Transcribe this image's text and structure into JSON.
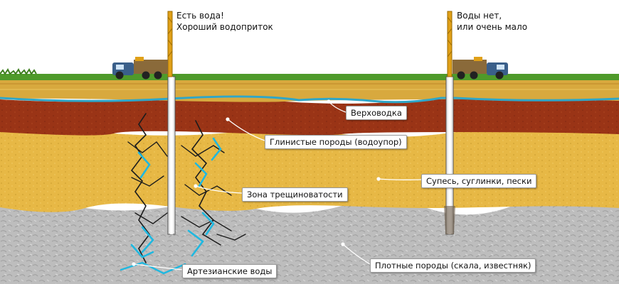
{
  "well_left": {
    "line1": "Есть вода!",
    "line2": "Хороший водоприток"
  },
  "well_right": {
    "line1": "Воды нет,",
    "line2": "или очень мало"
  },
  "labels": {
    "perched_water": "Верховодка",
    "clay_rocks": "Глинистые породы (водоупор)",
    "fracture_zone": "Зона трещиноватости",
    "sandy_loam": "Супесь, суглинки, пески",
    "dense_rocks": "Плотные породы (скала, известняк)",
    "artesian_water": "Артезианские воды"
  },
  "colors": {
    "sky": "#ffffff",
    "grass": "#4f9a2a",
    "topsoil": "#d8a93e",
    "perched_water": "#2fa6c8",
    "clay": "#9a3416",
    "sandy_loam": "#e7b845",
    "dense_rock": "#bdbdbd",
    "fracture_water": "#1fb8e0",
    "truck": "#3a5f8a"
  }
}
